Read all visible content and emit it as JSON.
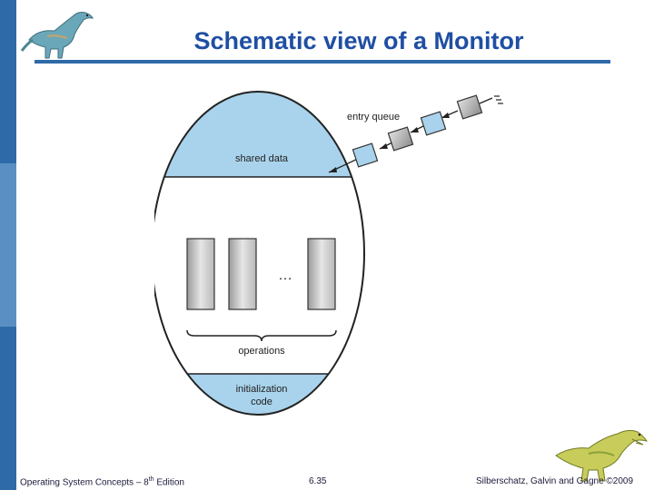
{
  "slide": {
    "title": "Schematic view of a Monitor",
    "colors": {
      "title": "#1f4fa3",
      "sidebar_dark": "#2e6aa8",
      "sidebar_light": "#5a8fc4",
      "rule": "#2e6aa8",
      "section_fill": "#a9d3ec"
    }
  },
  "diagram": {
    "entry_queue_label": "entry queue",
    "shared_data_label": "shared data",
    "ellipsis": "…",
    "operations_label": "operations",
    "init_line1": "initialization",
    "init_line2": "code"
  },
  "footer": {
    "left_prefix": "Operating System Concepts – 8",
    "left_sup": "th",
    "left_suffix": " Edition",
    "center": "6.35",
    "right": "Silberschatz, Galvin and Gagne ©2009"
  }
}
